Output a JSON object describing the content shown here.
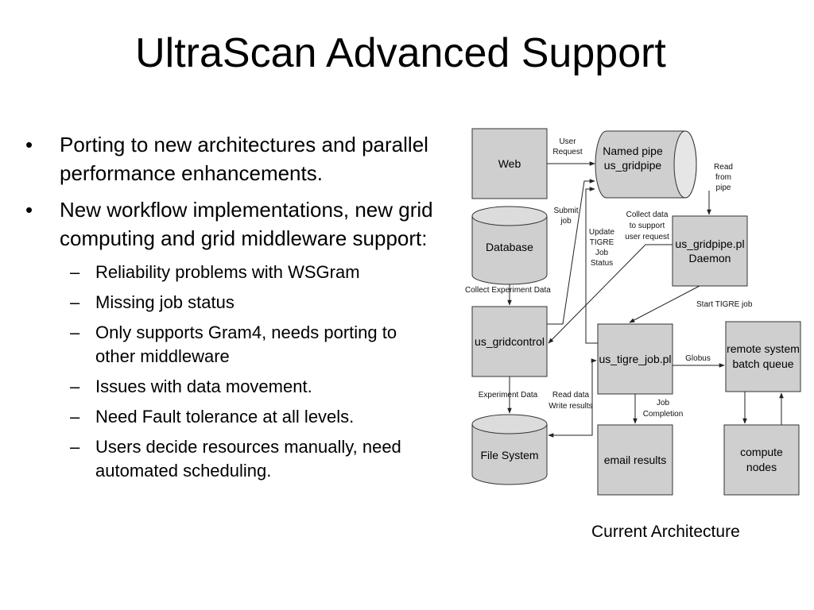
{
  "slide": {
    "title": "UltraScan Advanced Support",
    "bullets": [
      {
        "text": "Porting to new architectures and parallel performance enhancements.",
        "sub": []
      },
      {
        "text": "New workflow implementations, new grid computing and grid middleware support:",
        "sub": [
          "Reliability problems with WSGram",
          "Missing job status",
          "Only supports Gram4, needs porting to other middleware",
          "Issues with data movement.",
          "Need Fault tolerance at all levels.",
          "Users decide resources manually, need automated scheduling."
        ]
      }
    ],
    "caption": "Current Architecture"
  },
  "diagram": {
    "fill_color": "#cfcfcf",
    "stroke_color": "#333333",
    "nodes": {
      "web": "Web",
      "named_pipe": [
        "Named pipe",
        "us_gridpipe"
      ],
      "database": "Database",
      "gridpipe_daemon": [
        "us_gridpipe.pl",
        "Daemon"
      ],
      "gridcontrol": "us_gridcontrol",
      "tigre_job": "us_tigre_job.pl",
      "remote_system": [
        "remote system",
        "batch queue"
      ],
      "file_system": "File System",
      "email_results": "email results",
      "compute_nodes": [
        "compute",
        "nodes"
      ]
    },
    "edge_labels": {
      "user_request": [
        "User",
        "Request"
      ],
      "read_from_pipe": [
        "Read",
        "from",
        "pipe"
      ],
      "submit_job": [
        "Submit",
        "job"
      ],
      "collect_data": [
        "Collect data",
        "to support",
        "user request"
      ],
      "update_status": [
        "Update",
        "TIGRE",
        "Job",
        "Status"
      ],
      "collect_experiment": "Collect Experiment Data",
      "start_tigre": "Start TIGRE job",
      "globus": "Globus",
      "experiment_data": "Experiment Data",
      "read_write": [
        "Read data",
        "Write results"
      ],
      "job_completion": [
        "Job",
        "Completion"
      ]
    }
  }
}
